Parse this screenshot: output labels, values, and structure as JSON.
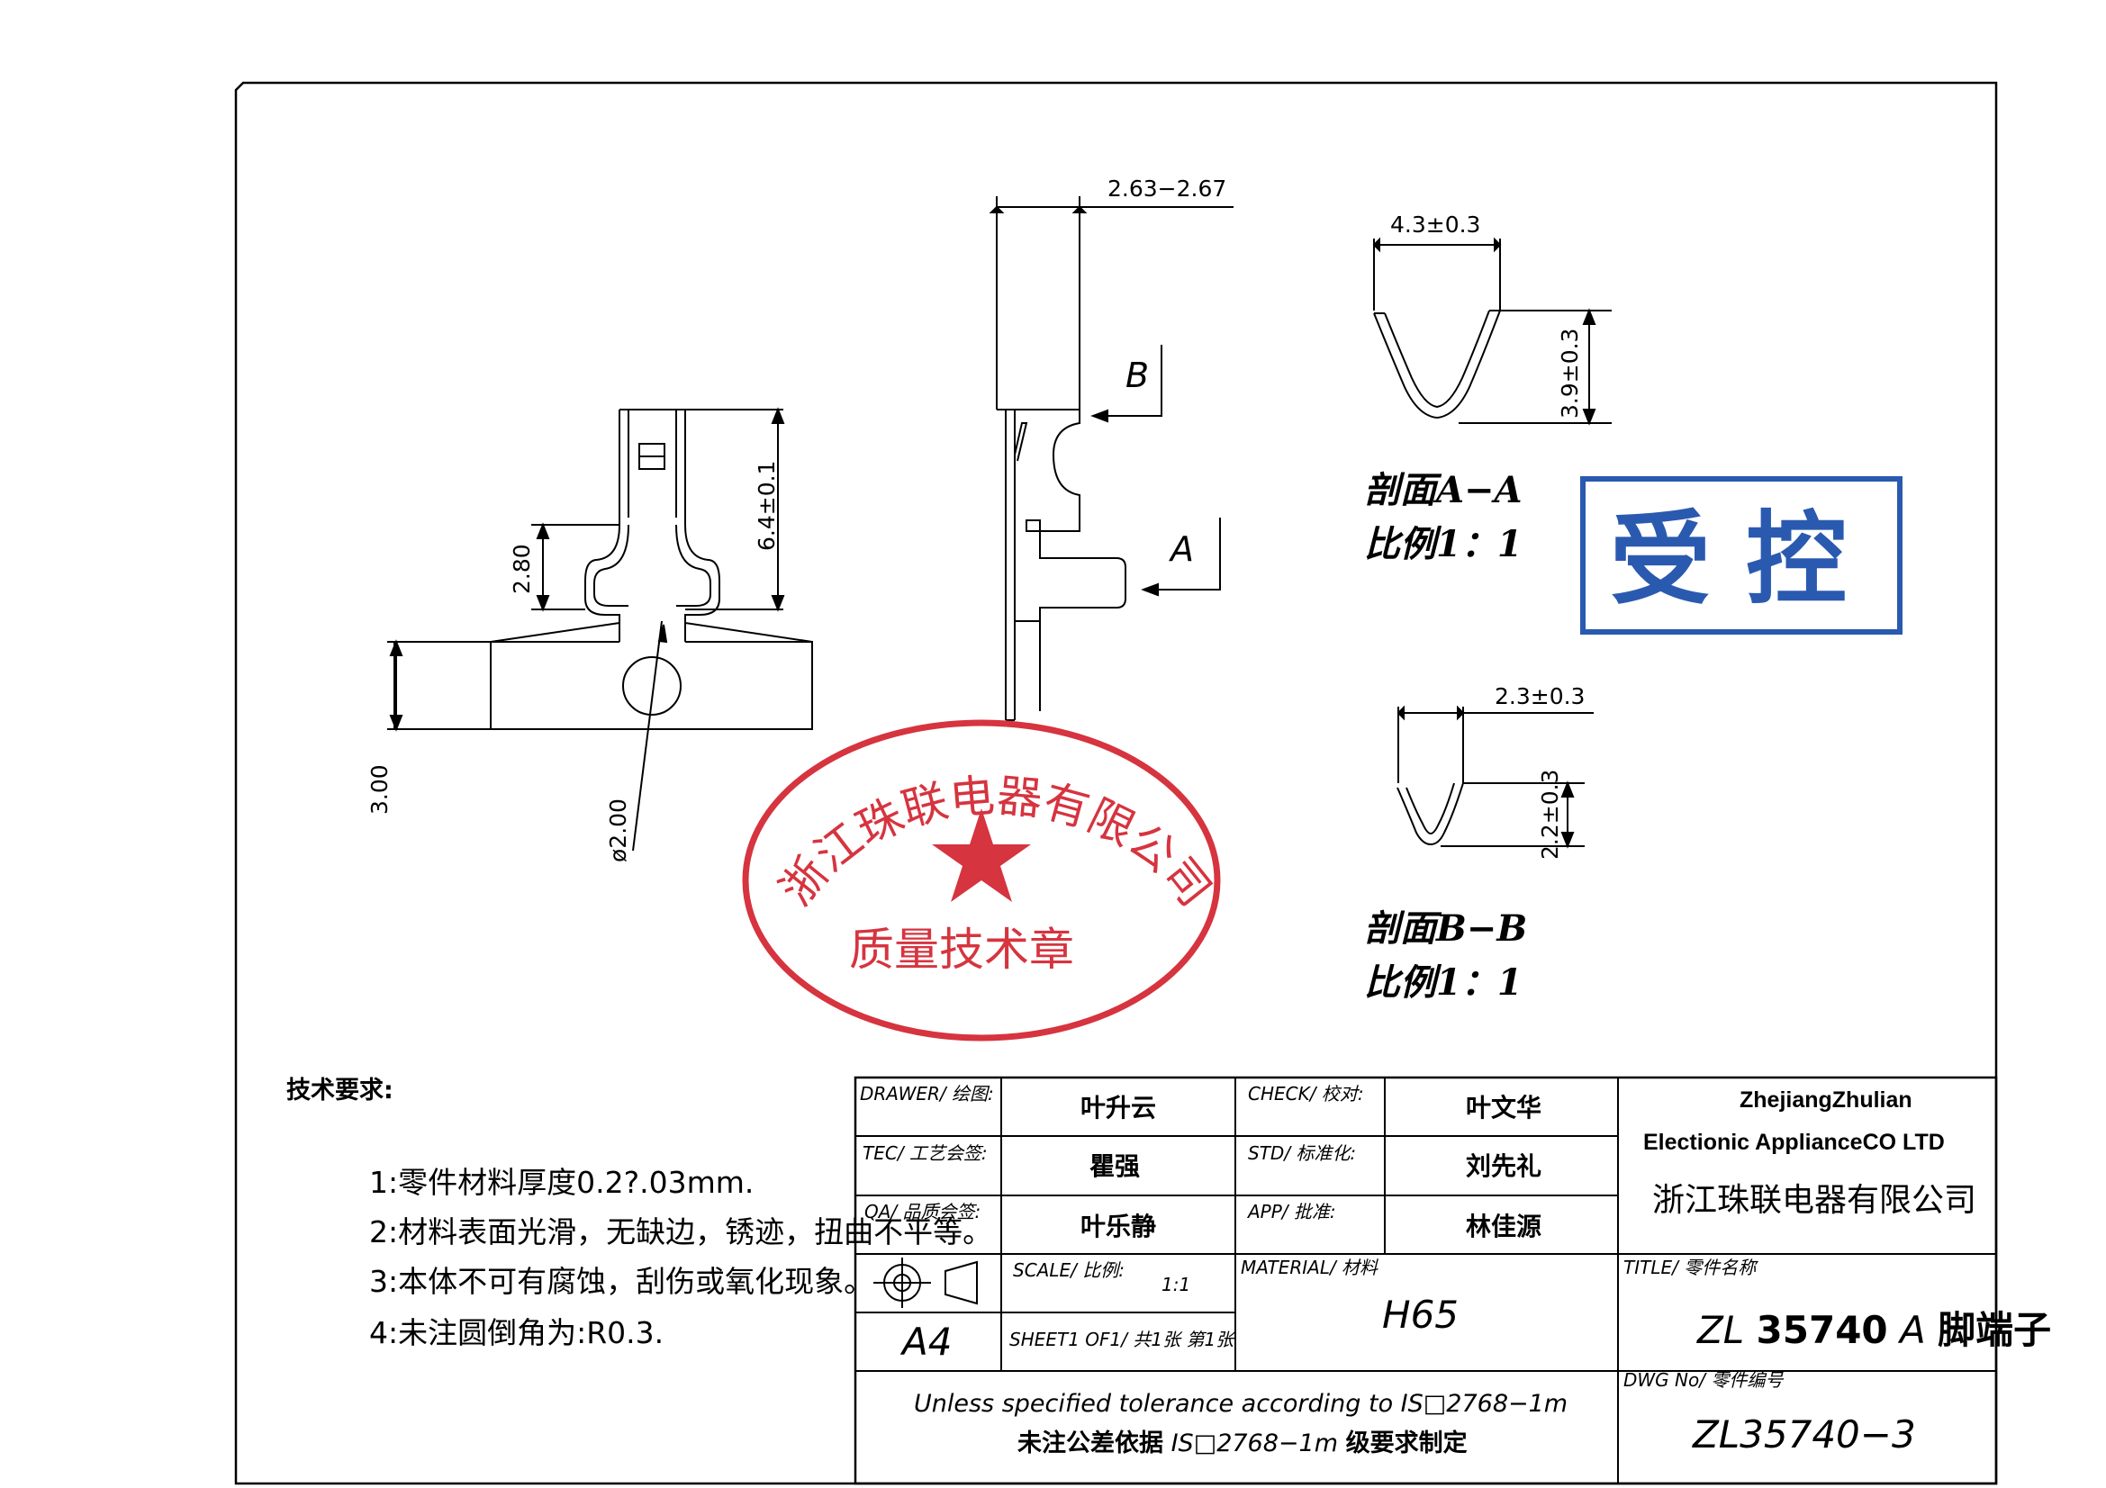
{
  "drawing": {
    "dimensions": {
      "width_top": "2.63−2.67",
      "height_6_4": "6.4±0.1",
      "height_2_80": "2.80",
      "height_3_00": "3.00",
      "dia_2_00": "ø2.00",
      "aa_width": "4.3±0.3",
      "aa_height": "3.9±0.3",
      "bb_width": "2.3±0.3",
      "bb_height": "2.2±0.3"
    },
    "section_markers": {
      "b": "B",
      "a": "A"
    },
    "section_aa": {
      "title": "剖面A−A",
      "scale": "比例1：1"
    },
    "section_bb": {
      "title": "剖面B−B",
      "scale": "比例1：1"
    }
  },
  "stamps": {
    "controlled": "受 控",
    "quality_ring": "浙江珠联电器有限公司",
    "quality_bottom": "质量技术章"
  },
  "requirements": {
    "heading": "技术要求:",
    "items": [
      "1:零件材料厚度0.2?.03mm.",
      "2:材料表面光滑，无缺边，锈迹，扭曲不平等。",
      "3:本体不可有腐蚀，刮伤或氧化现象。",
      "4:未注圆倒角为:R0.3."
    ]
  },
  "title_block": {
    "drawer_label": "DRAWER/ 绘图:",
    "drawer_value": "叶升云",
    "check_label": "CHECK/ 校对:",
    "check_value": "叶文华",
    "tec_label": "TEC/ 工艺会签:",
    "tec_value": "瞿强",
    "std_label": "STD/ 标准化:",
    "std_value": "刘先礼",
    "qa_label": "QA/  品质会签:",
    "qa_value": "叶乐静",
    "app_label": "APP/ 批准:",
    "app_value": "林佳源",
    "company_en_1": "ZhejiangZhulian",
    "company_en_2": "Electionic ApplianceCO LTD",
    "company_cn": "浙江珠联电器有限公司",
    "scale_label": "SCALE/ 比例:",
    "scale_value": "1:1",
    "paper": "A4",
    "sheet": "SHEET1  OF1/ 共1张 第1张",
    "material_label": "MATERIAL/ 材料",
    "material_value": "H65",
    "title_label": "TITLE/ 零件名称",
    "title_prefix": "ZL",
    "title_number": "35740",
    "title_suffix": "A",
    "title_cn": "脚端子",
    "tolerance_en": "Unless specified tolerance according to IS□2768−1m",
    "tolerance_cn_a": "未注公差依据",
    "tolerance_cn_b": "IS□2768−1m",
    "tolerance_cn_c": " 级要求制定",
    "dwg_label": "DWG No/ 零件编号",
    "dwg_value": "ZL35740−3"
  }
}
